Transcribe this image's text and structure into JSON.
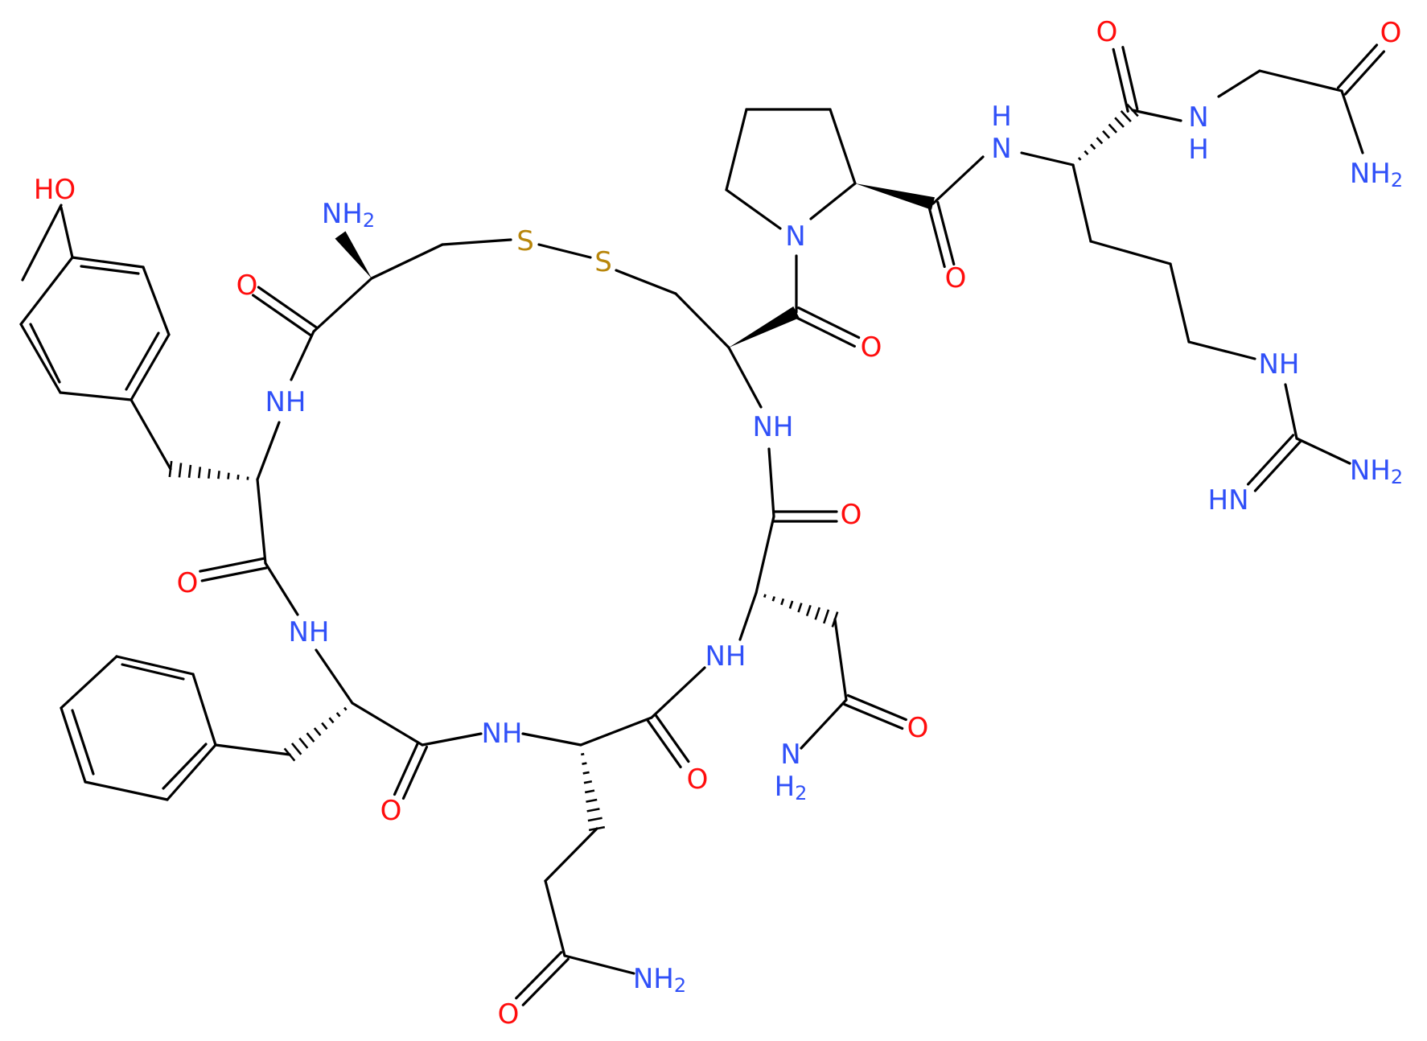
{
  "colors": {
    "bond": "#000000",
    "N": "#3050F8",
    "O": "#FF0D0D",
    "S": "#B8860B",
    "background": "#ffffff"
  },
  "atoms": {
    "oh_tyr": "HO",
    "nh2_cys1": "NH2",
    "s1": "S",
    "s2": "S",
    "o_cys1": "O",
    "nh_tyr": "NH",
    "o_tyr": "O",
    "nh_phe": "NH",
    "o_phe": "O",
    "nh_gln": "NH",
    "o_gln": "O",
    "nh_asn": "NH",
    "o_asn_side": "O",
    "nh2_asn_side": "NH2",
    "o_asn": "O",
    "nh_cys6": "NH",
    "o_gln_side": "O",
    "nh2_gln_side": "NH2",
    "n_pro": "N",
    "o_cys6": "O",
    "o_pro": "O",
    "nh_arg": "NH",
    "o_arg": "O",
    "nh_gly": "NH",
    "o_gly": "O",
    "nh2_gly": "NH2",
    "nh_guan": "NH",
    "nh2_guan": "NH2",
    "hn_guan": "HN"
  }
}
